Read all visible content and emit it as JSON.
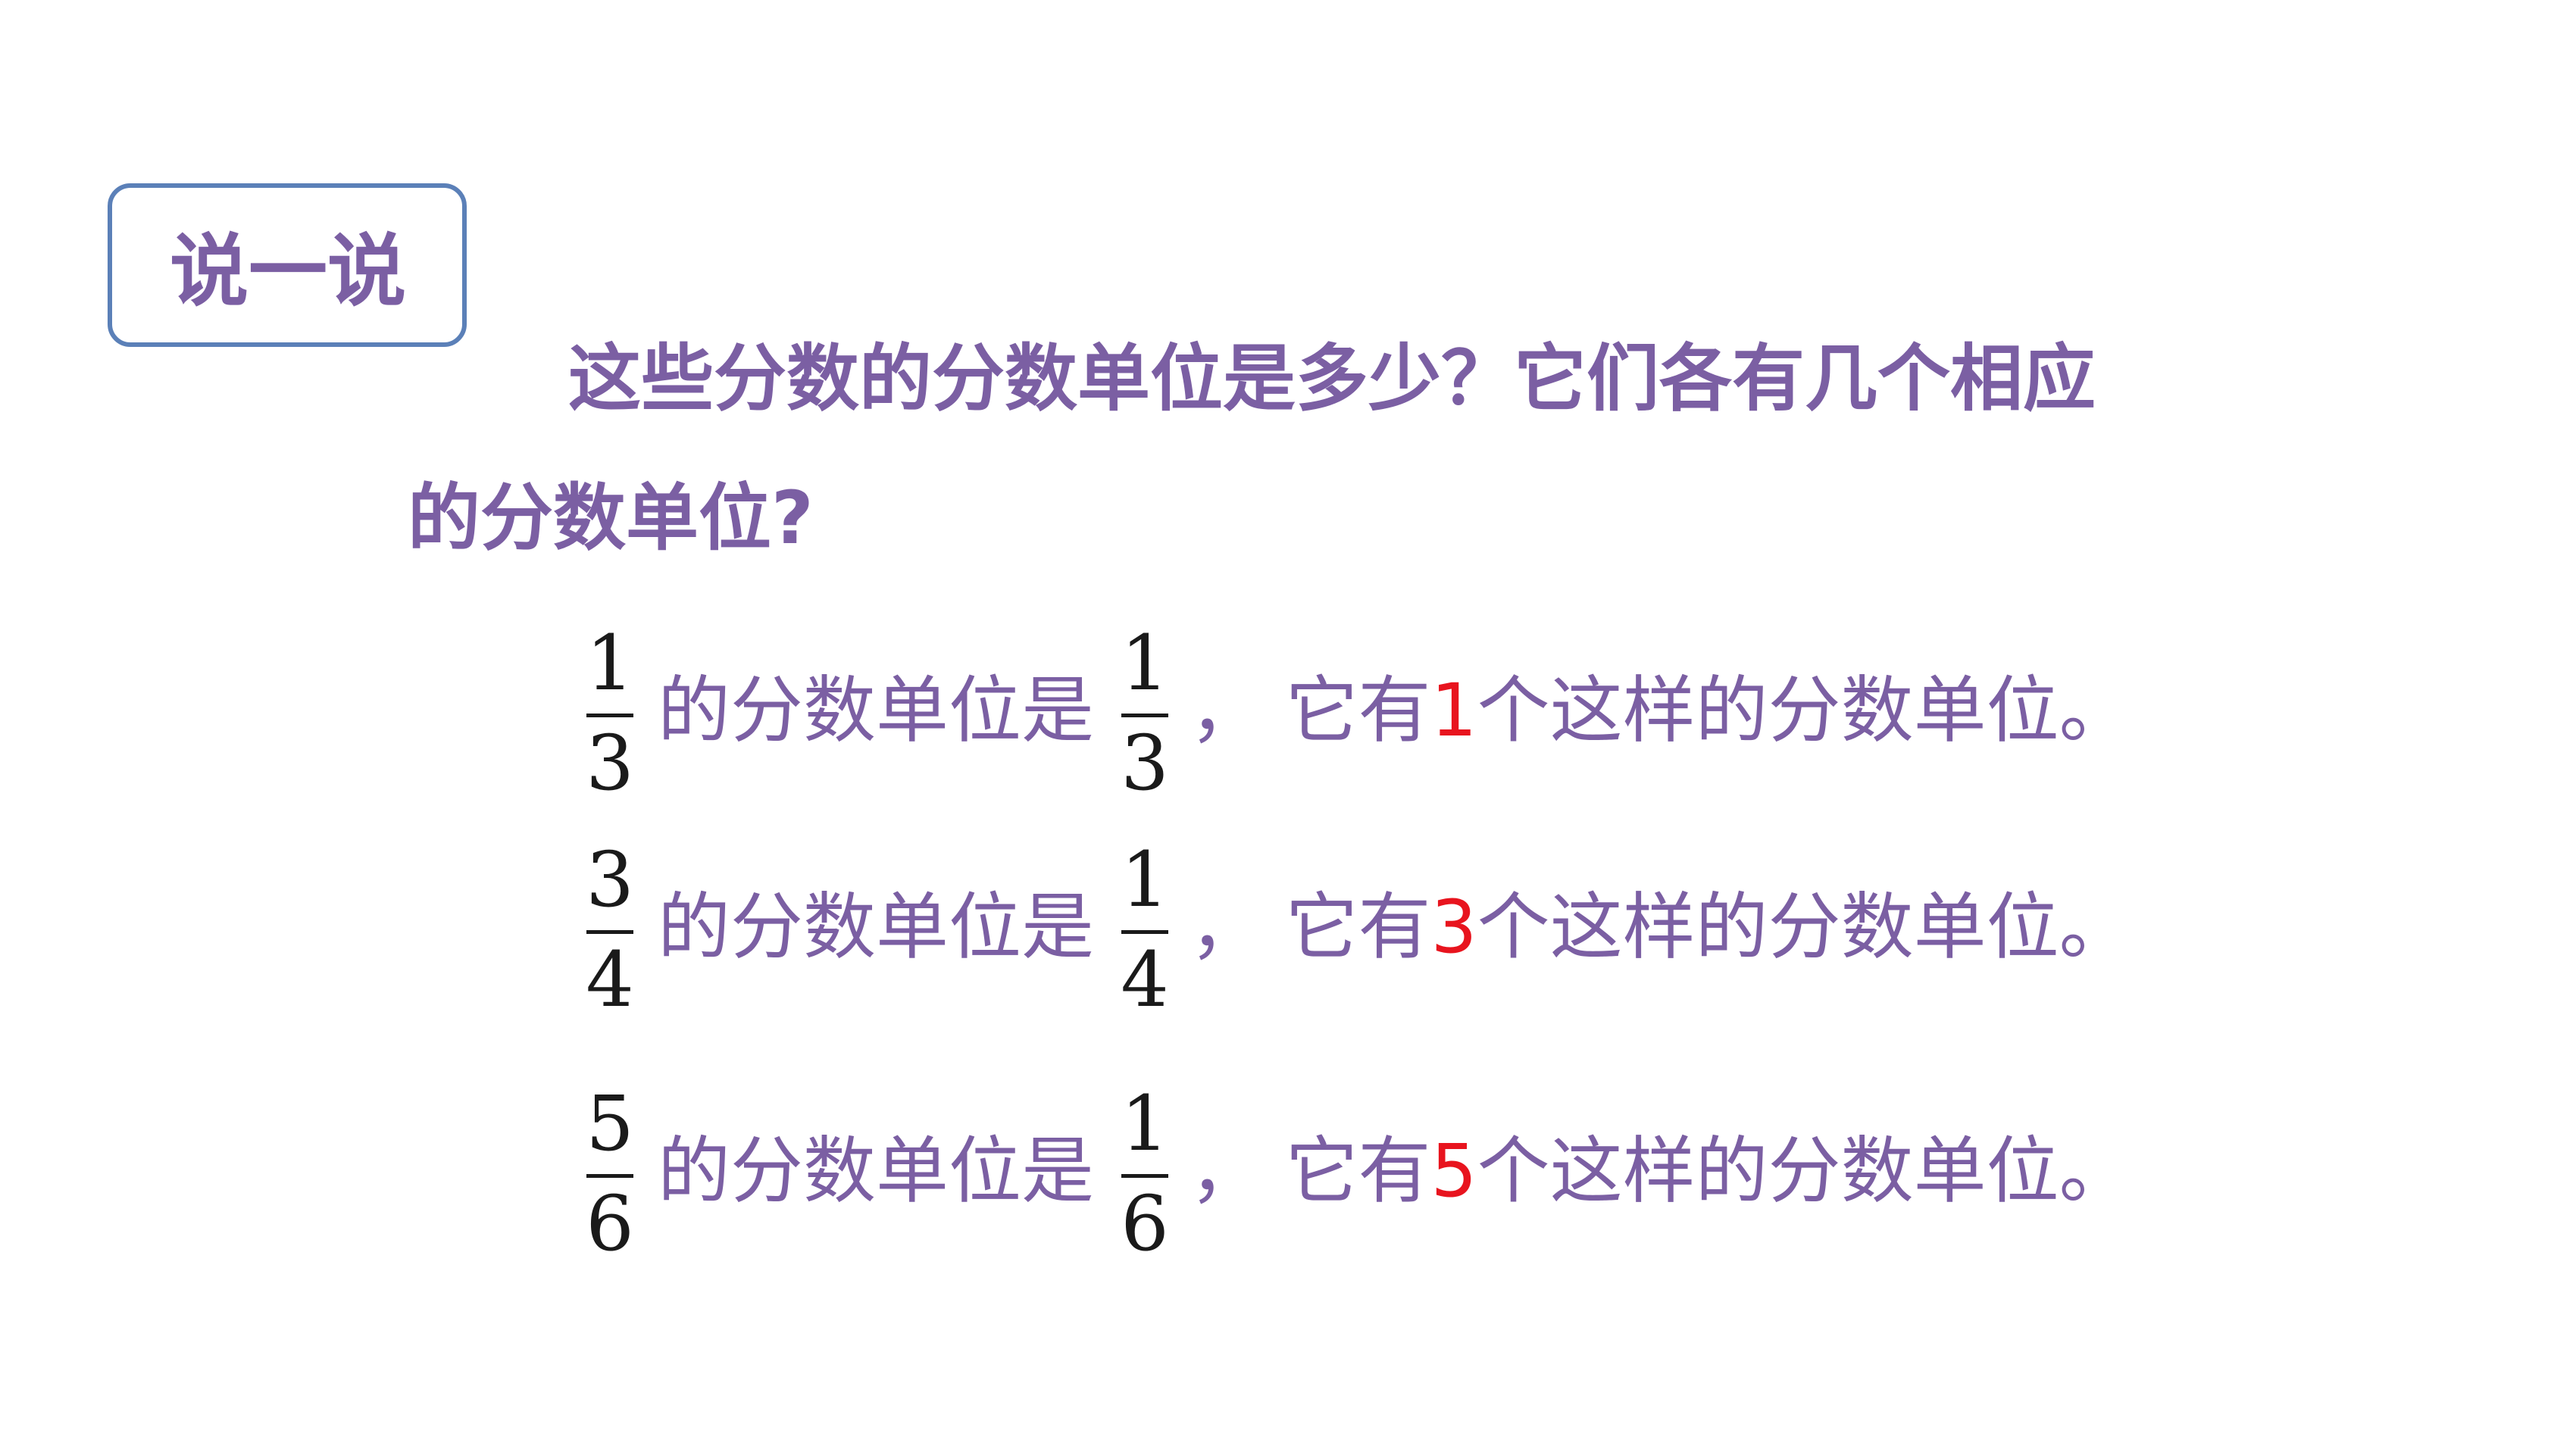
{
  "badge": {
    "label": "说一说"
  },
  "question": {
    "line1": "这些分数的分数单位是多少？它们各有几个相应",
    "line2": "的分数单位?"
  },
  "rows": [
    {
      "fraction": {
        "numerator": "1",
        "denominator": "3"
      },
      "text_before": "的分数单位是",
      "unit": {
        "numerator": "1",
        "denominator": "3"
      },
      "text_mid": "，  它有",
      "count": "1",
      "text_after": "个这样的分数单位。"
    },
    {
      "fraction": {
        "numerator": "3",
        "denominator": "4"
      },
      "text_before": "的分数单位是",
      "unit": {
        "numerator": "1",
        "denominator": "4"
      },
      "text_mid": "，  它有",
      "count": "3",
      "text_after": "个这样的分数单位。"
    },
    {
      "fraction": {
        "numerator": "5",
        "denominator": "6"
      },
      "text_before": "的分数单位是",
      "unit": {
        "numerator": "1",
        "denominator": "6"
      },
      "text_mid": "，  它有",
      "count": "5",
      "text_after": "个这样的分数单位。"
    }
  ],
  "colors": {
    "text_purple": "#7b5fa3",
    "count_red": "#e8141e",
    "badge_border": "#5b80b8",
    "fraction_black": "#1a1a1a"
  }
}
